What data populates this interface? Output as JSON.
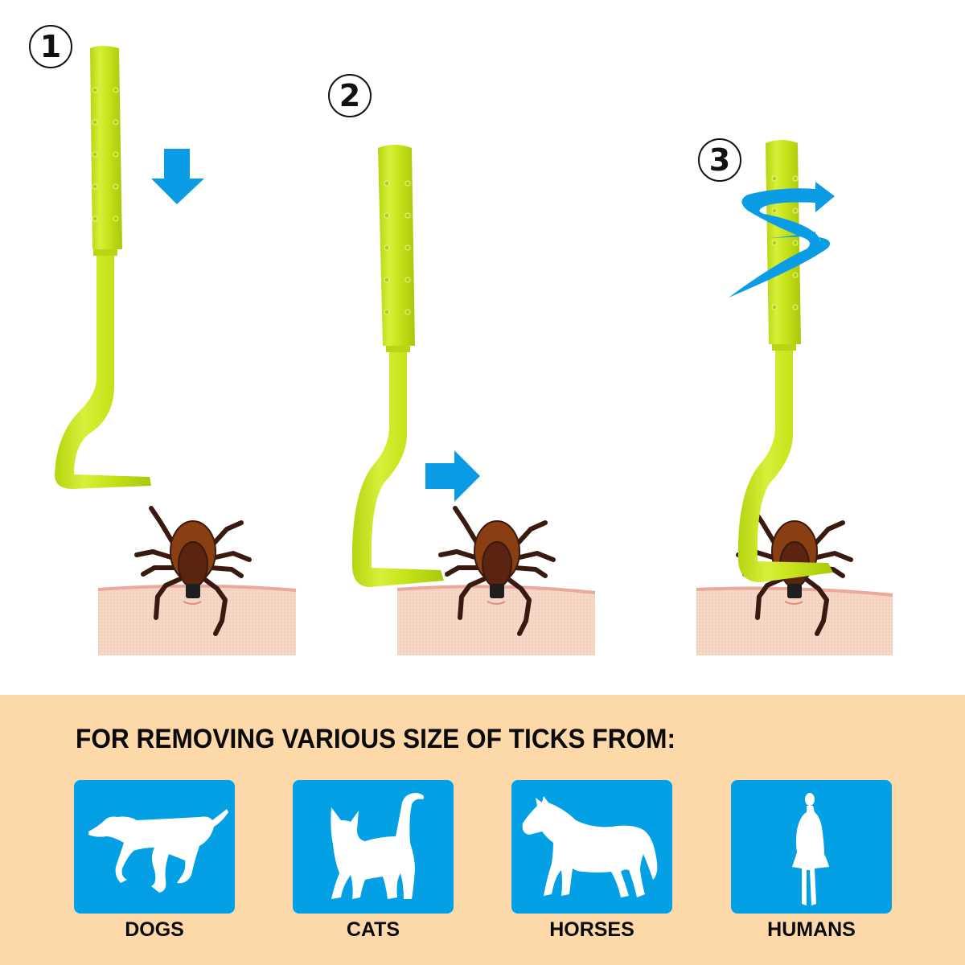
{
  "steps": [
    {
      "number": "1",
      "action": "push-down",
      "arrow_direction": "down"
    },
    {
      "number": "2",
      "action": "slide-under-tick",
      "arrow_direction": "right"
    },
    {
      "number": "3",
      "action": "twist-and-pull",
      "arrow_direction": "rotate"
    }
  ],
  "headline": "FOR REMOVING VARIOUS SIZE OF TICKS FROM:",
  "targets": [
    {
      "label": "DOGS",
      "icon": "dog-silhouette-icon"
    },
    {
      "label": "CATS",
      "icon": "cat-silhouette-icon"
    },
    {
      "label": "HORSES",
      "icon": "horse-silhouette-icon"
    },
    {
      "label": "HUMANS",
      "icon": "human-silhouette-icon"
    }
  ],
  "colors": {
    "tool_green": "#cde81f",
    "arrow_blue": "#0a9de6",
    "band_beige": "#fdd8a8",
    "icon_box_blue": "#03a0e6",
    "tick_brown": "#7a3a12",
    "skin": "#f5d3c0"
  }
}
